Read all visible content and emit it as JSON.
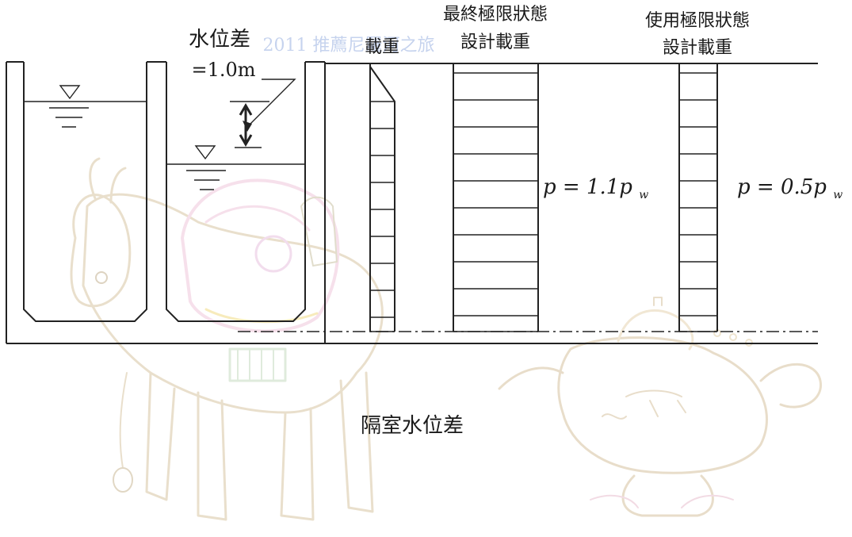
{
  "watermark": {
    "text": "2011 推薦尼羅河之旅"
  },
  "labels": {
    "water_level_diff_title": "水位差",
    "water_level_diff_value": "=1.0m",
    "load_header": "載重",
    "uls_header_line1": "最終極限狀態",
    "uls_header_line2": "設計載重",
    "sls_header_line1": "使用極限狀態",
    "sls_header_line2": "設計載重",
    "uls_formula": "p = 1.1p",
    "uls_formula_sub": "w",
    "sls_formula": "p = 0.5p",
    "sls_formula_sub": "w",
    "caption": "隔室水位差"
  },
  "icons": {
    "water_surface_left": "inverted-triangle-icon",
    "water_surface_right": "inverted-triangle-icon",
    "level_difference_arrow": "double-arrow-icon",
    "background_sketch_1": "donkey-sketch",
    "background_sketch_2": "oil-lamp-sketch"
  },
  "colors": {
    "line": "#222222",
    "watermark": "#b9c9ea",
    "sketch_tan": "#e8d9bf",
    "sketch_pink": "#f1cfe0",
    "sketch_yellow": "#f4e6a8"
  }
}
